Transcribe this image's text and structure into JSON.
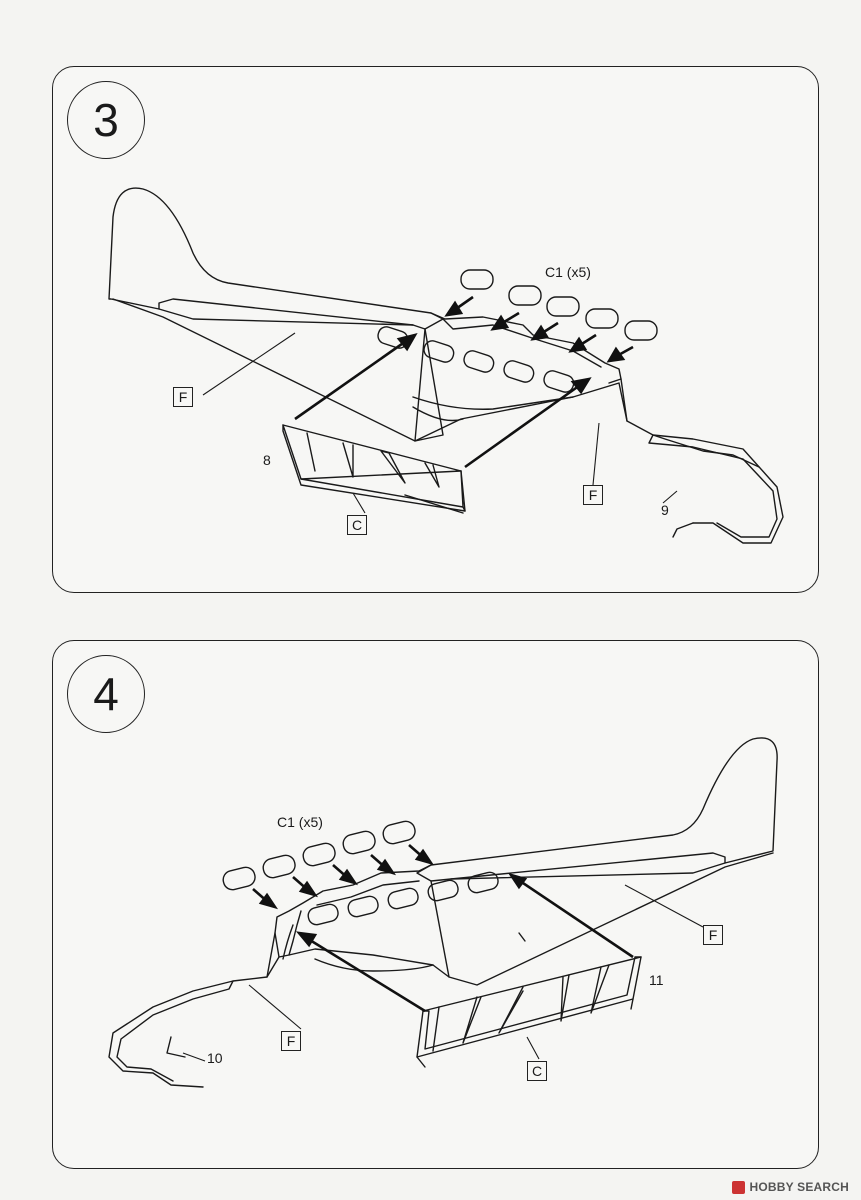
{
  "steps": [
    {
      "number": "3",
      "labels": {
        "parts_c1": "C1 (x5)",
        "ref_8": "8",
        "ref_9": "9",
        "box_f_left": "F",
        "box_f_right": "F",
        "box_c": "C"
      }
    },
    {
      "number": "4",
      "labels": {
        "parts_c1": "C1 (x5)",
        "ref_10": "10",
        "ref_11": "11",
        "box_f_left": "F",
        "box_f_right": "F",
        "box_c": "C"
      }
    }
  ],
  "watermark": {
    "text": "HOBBY SEARCH"
  }
}
